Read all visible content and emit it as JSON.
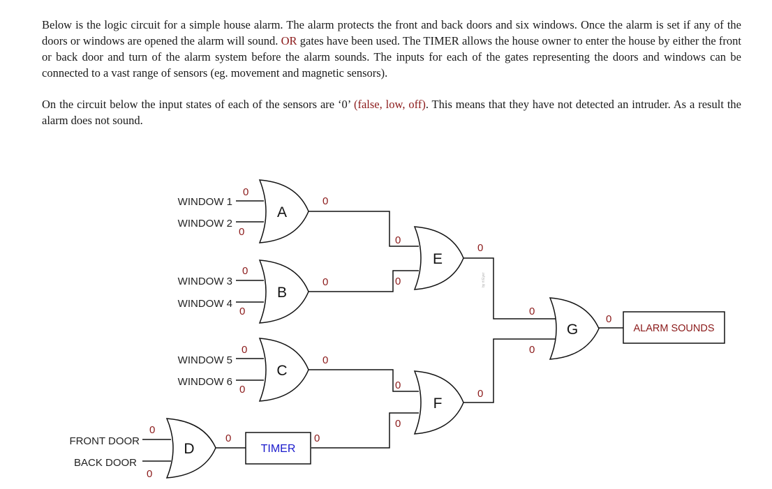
{
  "intro": {
    "p1_a": "Below is the logic circuit for a simple house alarm. The alarm protects the front and back doors and six windows. Once the alarm is set if any of the doors or windows are opened the alarm will sound. ",
    "p1_or": "OR",
    "p1_b": " gates have been used. The TIMER allows the house owner to enter the house by either the front or back door and turn of the alarm system before the alarm sounds. The inputs for each of the gates representing the doors and windows can be connected to a vast range of sensors (eg. movement and magnetic sensors).",
    "p2_a": "On the circuit below the input states of each of the sensors are ‘0’ ",
    "p2_red": "(false, low, off)",
    "p2_b": ". This means that they have not detected an intruder. As a result the alarm does not sound."
  },
  "inputs": {
    "window1": "WINDOW 1",
    "window2": "WINDOW 2",
    "window3": "WINDOW 3",
    "window4": "WINDOW 4",
    "window5": "WINDOW 5",
    "window6": "WINDOW 6",
    "front_door": "FRONT DOOR",
    "back_door": "BACK DOOR"
  },
  "gates": {
    "a": "A",
    "b": "B",
    "c": "C",
    "d": "D",
    "e": "E",
    "f": "F",
    "g": "G"
  },
  "timer_label": "TIMER",
  "output_label": "ALARM SOUNDS",
  "state": "0",
  "watermark": "by rt Eyer",
  "colors": {
    "value": "#8b1a1a",
    "timer": "#1a1acc"
  }
}
